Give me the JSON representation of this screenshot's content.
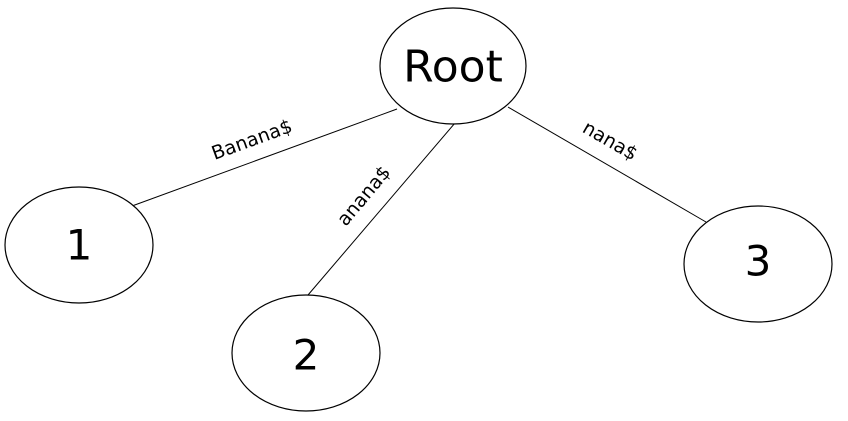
{
  "tree": {
    "root": {
      "label": "Root"
    },
    "children": [
      {
        "label": "1",
        "edge_label": "Banana$"
      },
      {
        "label": "2",
        "edge_label": "anana$"
      },
      {
        "label": "3",
        "edge_label": "nana$"
      }
    ]
  }
}
